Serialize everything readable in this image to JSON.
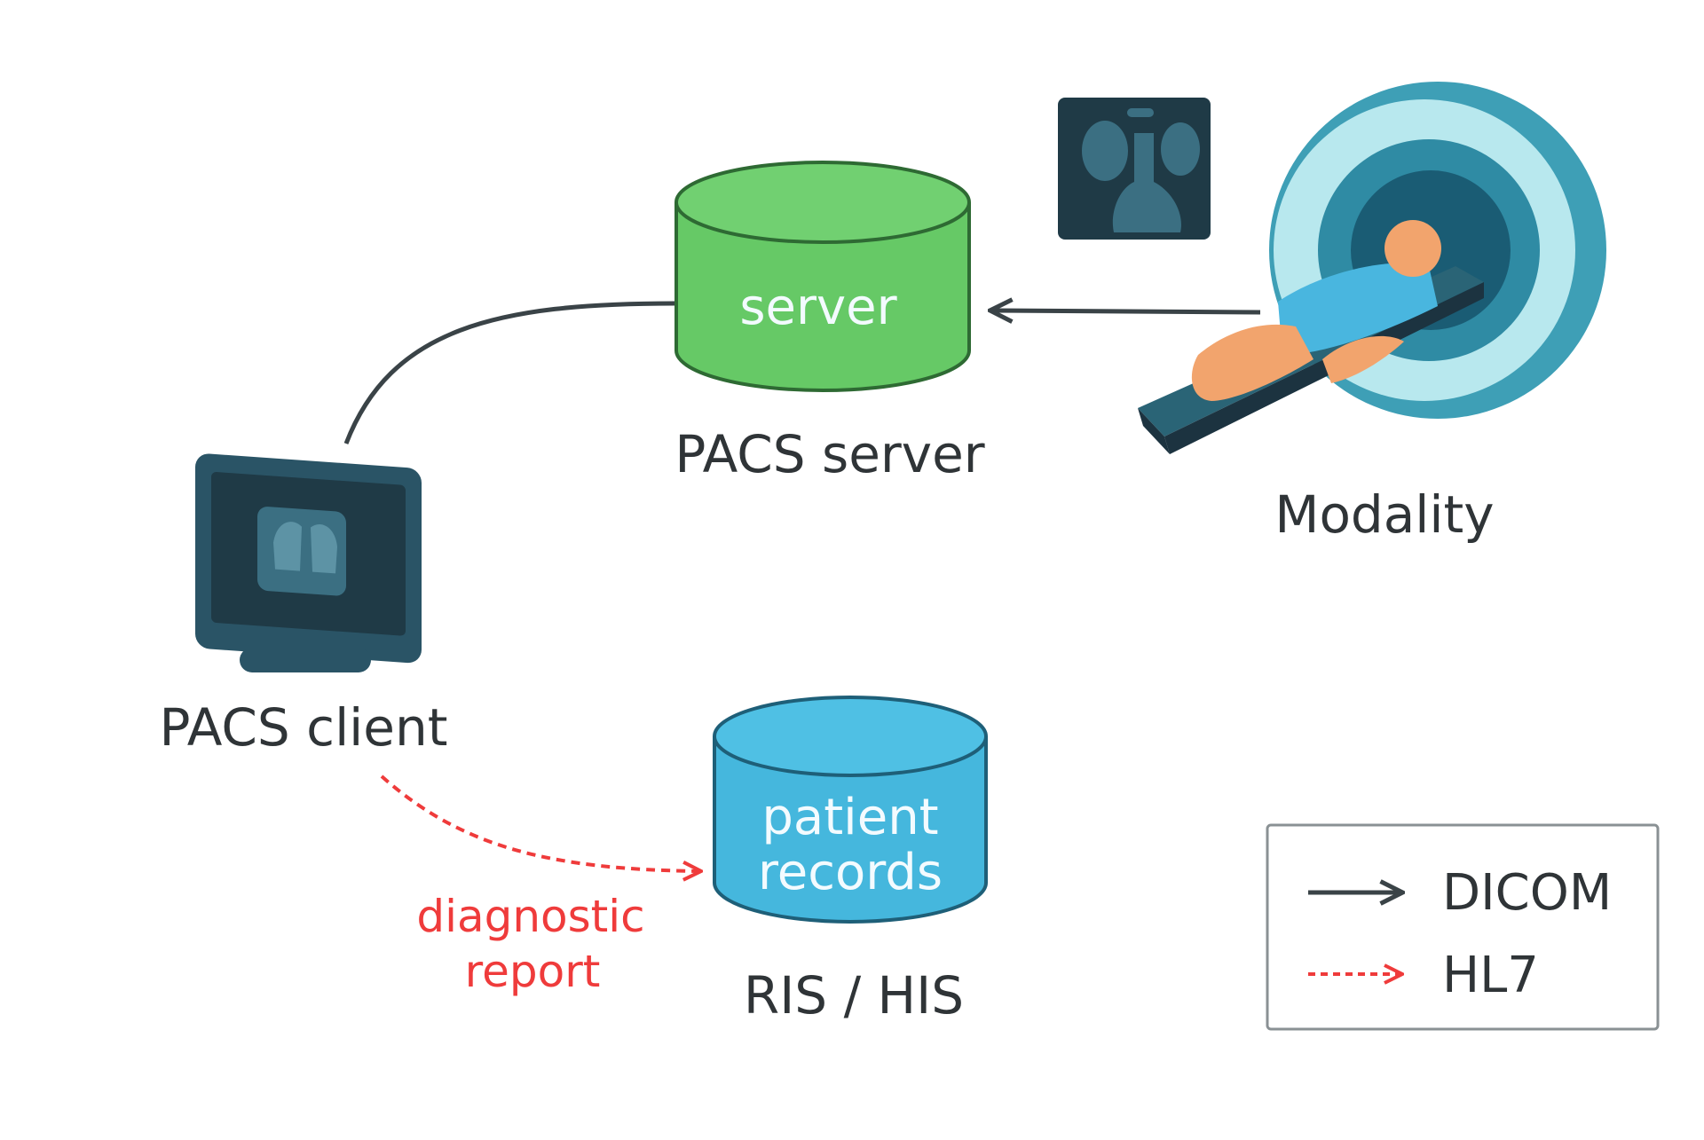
{
  "nodes": {
    "pacs_server": {
      "inner": "server",
      "label": "PACS server"
    },
    "modality": {
      "label": "Modality"
    },
    "pacs_client": {
      "label": "PACS client"
    },
    "ris_his": {
      "inner_line1": "patient",
      "inner_line2": "records",
      "label": "RIS / HIS"
    }
  },
  "edges": {
    "hl7_report": {
      "label_line1": "diagnostic",
      "label_line2": "report"
    }
  },
  "legend": {
    "dicom": "DICOM",
    "hl7": "HL7"
  },
  "colors": {
    "server_green": "#66c966",
    "records_blue": "#45b7dd",
    "dark_teal": "#1f3a46",
    "dicom_line": "#3a4347",
    "hl7_line": "#ef3b3b"
  }
}
